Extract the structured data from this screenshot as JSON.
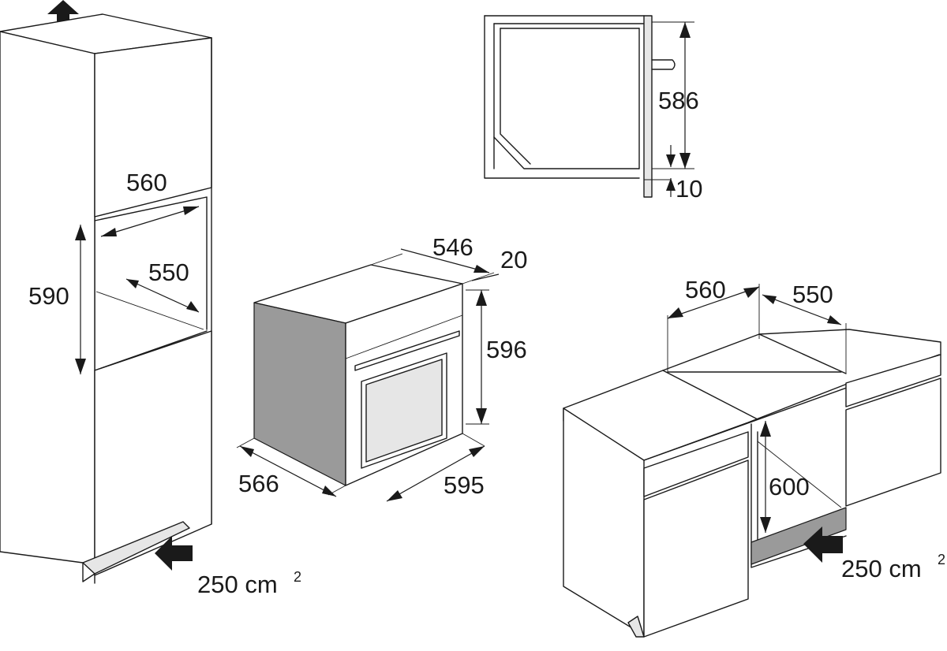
{
  "tall_cabinet": {
    "width": "560",
    "depth": "550",
    "height": "590",
    "ventilation_value": "250 cm",
    "ventilation_sup": "2"
  },
  "oven": {
    "depth_top": "546",
    "panel_depth": "20",
    "height": "596",
    "depth_bottom": "566",
    "width": "595"
  },
  "side_section": {
    "height": "586",
    "gap": "10"
  },
  "under_counter": {
    "width": "560",
    "depth": "550",
    "height": "600",
    "ventilation_value": "250 cm",
    "ventilation_sup": "2"
  },
  "colors": {
    "line": "#1a1a1a",
    "panel_grey": "#9a9a9a",
    "side_grey": "#e6e6e6"
  }
}
